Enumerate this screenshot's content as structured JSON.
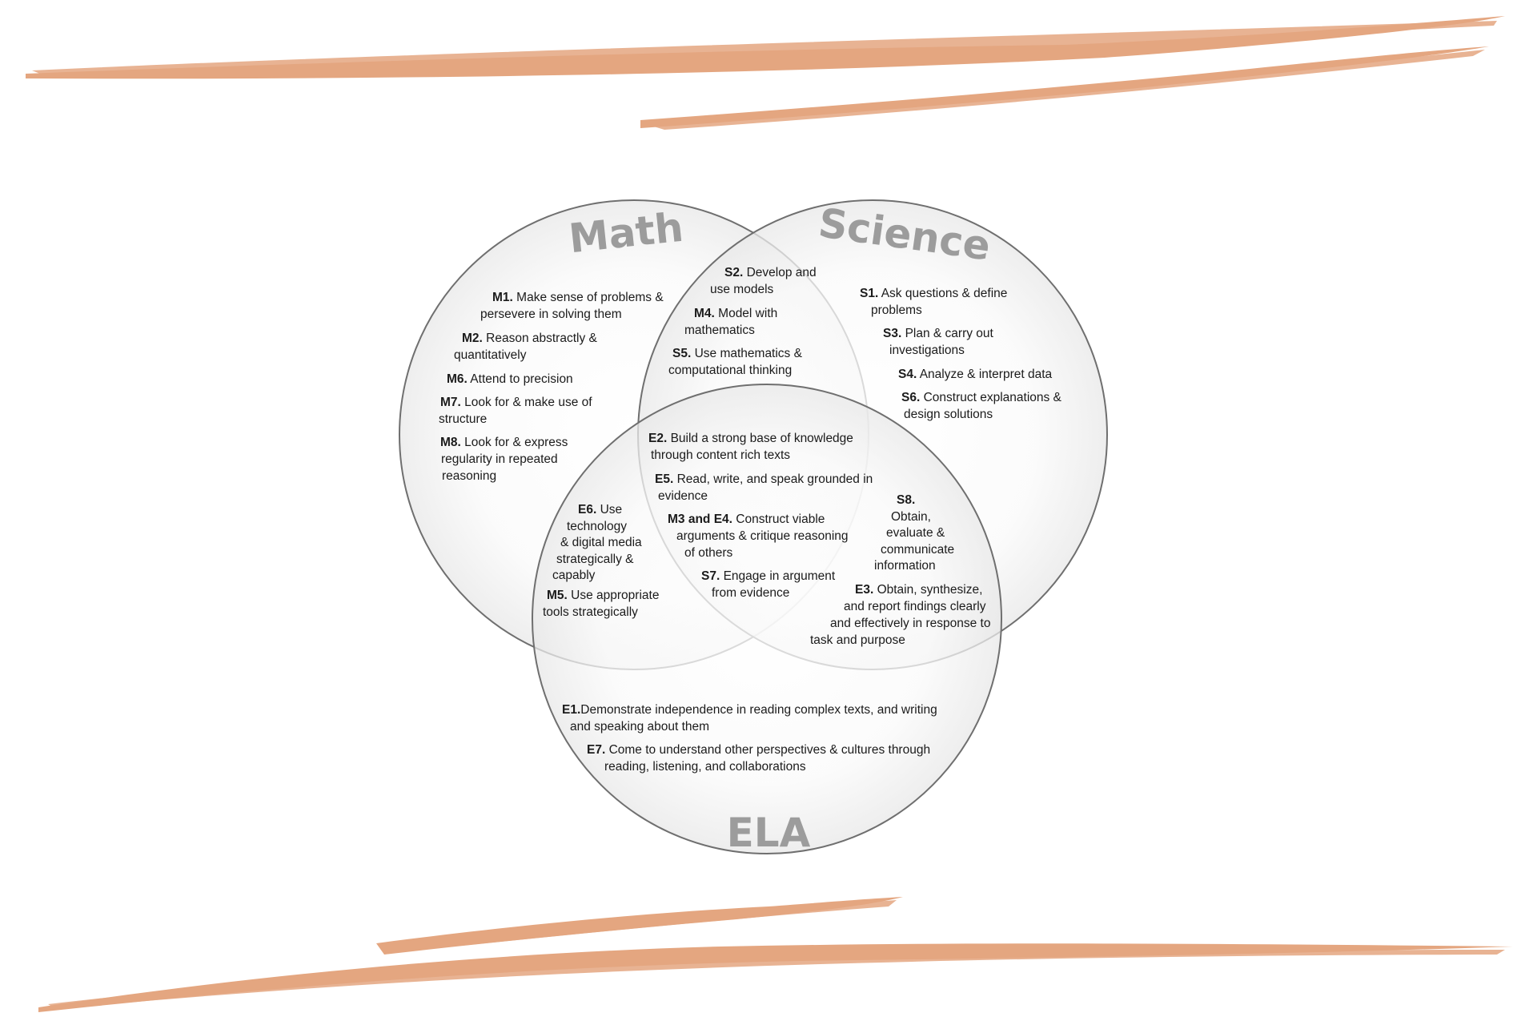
{
  "colors": {
    "brush": "#e4a680",
    "circle_stroke": "#6f6f6f",
    "circle_fill_outer": "#f4f4f4",
    "circle_fill_inner": "#ffffff",
    "title_fill": "#9c9c9c"
  },
  "circles": {
    "math": {
      "title": "Math"
    },
    "science": {
      "title": "Science"
    },
    "ela": {
      "title": "ELA"
    }
  },
  "items": {
    "m1": {
      "code": "M1.",
      "line1": "Make sense of problems &",
      "line2": "persevere in solving them"
    },
    "m2": {
      "code": "M2.",
      "line1": "Reason abstractly &",
      "line2": "quantitatively"
    },
    "m6": {
      "code": "M6.",
      "line1": "Attend to precision"
    },
    "m7": {
      "code": "M7.",
      "line1": "Look for & make use of",
      "line2": "structure"
    },
    "m8": {
      "code": "M8.",
      "line1": "Look for & express",
      "line2": "regularity in repeated",
      "line3": "reasoning"
    },
    "s2": {
      "code": "S2.",
      "line1": "Develop and",
      "line2": "use models"
    },
    "m4": {
      "code": "M4.",
      "line1": "Model with",
      "line2": "mathematics"
    },
    "s5": {
      "code": "S5.",
      "line1": "Use mathematics &",
      "line2": "computational thinking"
    },
    "s1": {
      "code": "S1.",
      "line1": "Ask questions & define",
      "line2": "problems"
    },
    "s3": {
      "code": "S3.",
      "line1": "Plan & carry out",
      "line2": "investigations"
    },
    "s4": {
      "code": "S4.",
      "line1": "Analyze & interpret data"
    },
    "s6": {
      "code": "S6.",
      "line1": "Construct explanations &",
      "line2": "design solutions"
    },
    "e2": {
      "code": "E2.",
      "line1": "Build a strong base of knowledge",
      "line2": "through content rich texts"
    },
    "e5": {
      "code": "E5.",
      "line1": "Read, write, and speak grounded in",
      "line2": "evidence"
    },
    "m3e4": {
      "code": "M3 and E4.",
      "line1": "Construct viable",
      "line2": "arguments & critique reasoning",
      "line3": "of others"
    },
    "s7": {
      "code": "S7.",
      "line1": "Engage in argument",
      "line2": "from evidence"
    },
    "e6": {
      "code": "E6.",
      "line1": "Use",
      "line2": "technology",
      "line3": "& digital media",
      "line4": "strategically &",
      "line5": "capably"
    },
    "m5": {
      "code": "M5.",
      "line1": "Use appropriate",
      "line2": "tools strategically"
    },
    "s8": {
      "code": "S8.",
      "line1": "Obtain,",
      "line2": "evaluate &",
      "line3": "communicate",
      "line4": "information"
    },
    "e3": {
      "code": "E3.",
      "line1": "Obtain, synthesize,",
      "line2": "and report findings clearly",
      "line3": "and effectively in response to",
      "line4": "task and purpose"
    },
    "e1": {
      "code": "E1.",
      "line1": "Demonstrate independence in reading complex texts, and writing",
      "line2": "and speaking about them"
    },
    "e7": {
      "code": "E7.",
      "line1": "Come to understand other perspectives & cultures through",
      "line2": "reading, listening, and collaborations"
    }
  }
}
